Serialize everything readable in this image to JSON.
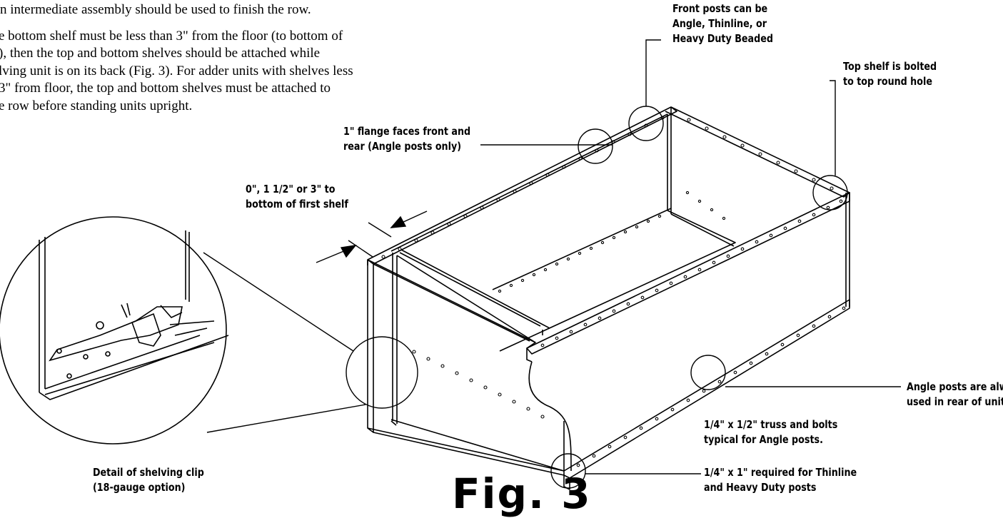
{
  "body_text": {
    "line_1": "n intermediate assembly should be used to finish the row.",
    "paragraph_2": [
      "e bottom shelf must be less than 3\" from the floor (to bottom of",
      "), then the top and bottom shelves should be attached while",
      "lving unit is on its back (Fig. 3). For adder units with shelves less",
      "3\" from floor, the top and bottom shelves must be attached to",
      "e row before standing units upright."
    ]
  },
  "callouts": {
    "front_posts": [
      "Front posts can be",
      "Angle, Thinline, or",
      "Heavy Duty Beaded"
    ],
    "top_shelf": [
      "Top shelf is bolted",
      "to top round hole"
    ],
    "flange": [
      "1\" flange faces front and",
      "rear (Angle posts only)"
    ],
    "first_shelf": [
      "0\", 1 1/2\" or 3\" to",
      "bottom of first shelf"
    ],
    "angle_posts": [
      "Angle posts are always",
      "used in rear of unit"
    ],
    "truss_bolts": [
      "1/4\" x 1/2\" truss and bolts",
      "typical for Angle posts."
    ],
    "required_bolts": [
      "1/4\" x 1\" required for Thinline",
      "and Heavy Duty posts"
    ],
    "detail": [
      "Detail of shelving clip",
      "(18-gauge option)"
    ]
  },
  "figure_title": "Fig. 3",
  "colors": {
    "line": "#000000",
    "background": "#ffffff"
  }
}
